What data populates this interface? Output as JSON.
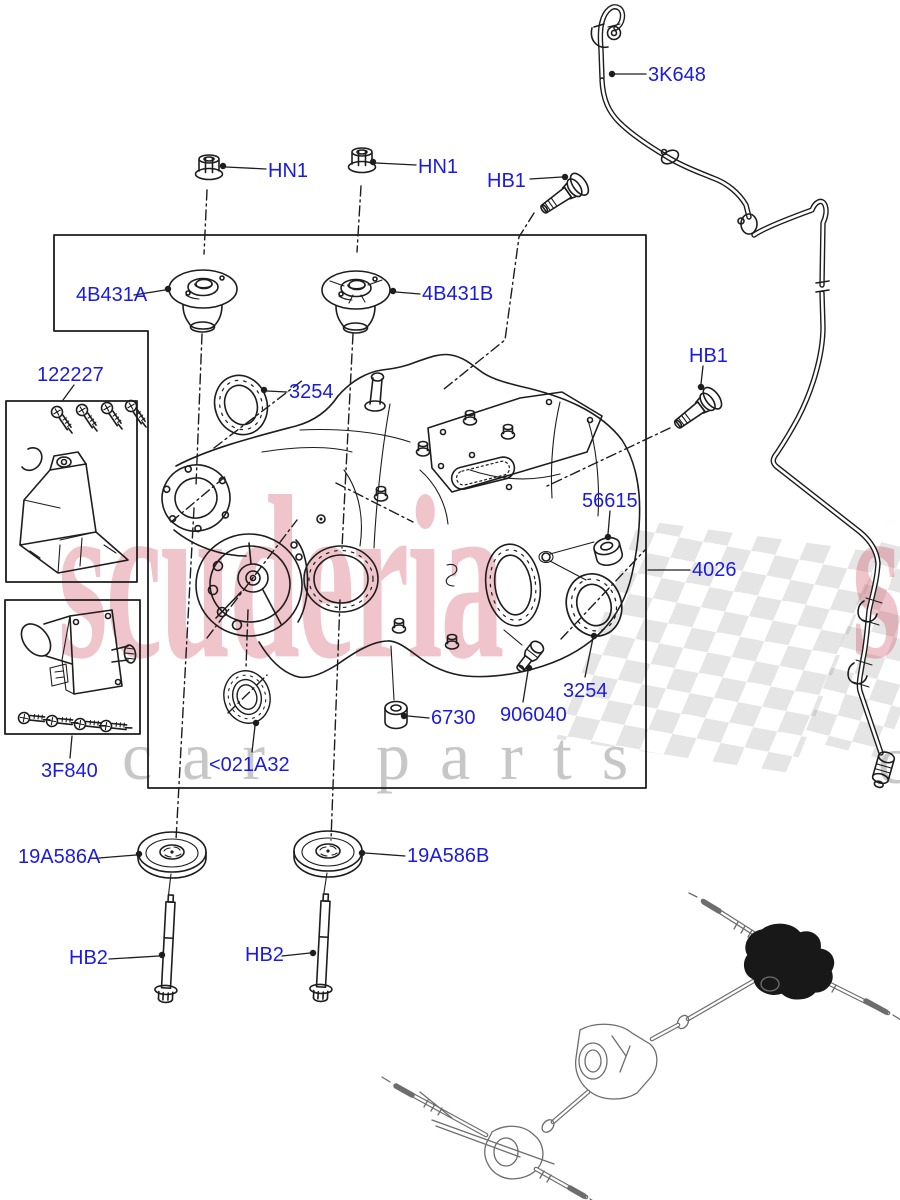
{
  "colors": {
    "line": "#1d1d1d",
    "label": "#1b1be0",
    "pink": "rgba(201,58,82,0.30)",
    "wmgray": "#c7c7c7",
    "checker": "rgba(110,110,110,0.18)",
    "thumb": "#6d6d6d"
  },
  "watermark": {
    "brand": "scuderia",
    "brand_overflow": "s",
    "tagline": "car parts",
    "tagline_overflow": "c"
  },
  "labels": [
    {
      "id": "3K648",
      "text": "3K648"
    },
    {
      "id": "HN1-left",
      "text": "HN1"
    },
    {
      "id": "HN1-right",
      "text": "HN1"
    },
    {
      "id": "HB1-top",
      "text": "HB1"
    },
    {
      "id": "4B431A",
      "text": "4B431A"
    },
    {
      "id": "4B431B",
      "text": "4B431B"
    },
    {
      "id": "122227",
      "text": "122227"
    },
    {
      "id": "3254-left",
      "text": "3254"
    },
    {
      "id": "HB1-right",
      "text": "HB1"
    },
    {
      "id": "56615",
      "text": "56615"
    },
    {
      "id": "4026",
      "text": "4026"
    },
    {
      "id": "3254-right",
      "text": "3254"
    },
    {
      "id": "6730",
      "text": "6730"
    },
    {
      "id": "906040",
      "text": "906040"
    },
    {
      "id": "021A32",
      "text": "<021A32"
    },
    {
      "id": "3F840",
      "text": "3F840"
    },
    {
      "id": "19A586A",
      "text": "19A586A"
    },
    {
      "id": "19A586B",
      "text": "19A586B"
    },
    {
      "id": "HB2-left",
      "text": "HB2"
    },
    {
      "id": "HB2-right",
      "text": "HB2"
    }
  ]
}
